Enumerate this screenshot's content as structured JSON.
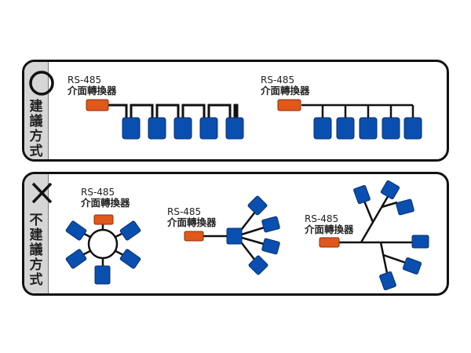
{
  "colors": {
    "converter": "#e0581c",
    "device": "#0a4fb0",
    "device_border": "#06306e",
    "line": "#111111",
    "sidebar": "#d6d6d6"
  },
  "recommended": {
    "symbol": "circle",
    "label": [
      "建",
      "議",
      "方",
      "式"
    ],
    "topologies": [
      {
        "name": "daisy-chain-1",
        "converter_label_line1": "RS-485",
        "converter_label_line2": "介面轉換器",
        "device_count": 5
      },
      {
        "name": "bus-1",
        "converter_label_line1": "RS-485",
        "converter_label_line2": "介面轉換器",
        "device_count": 5
      }
    ]
  },
  "not_recommended": {
    "symbol": "cross",
    "label": [
      "不",
      "建",
      "議",
      "方",
      "式"
    ],
    "topologies": [
      {
        "name": "ring",
        "converter_label_line1": "RS-485",
        "converter_label_line2": "介面轉換器",
        "device_count": 5
      },
      {
        "name": "star",
        "converter_label_line1": "RS-485",
        "converter_label_line2": "介面轉換器",
        "device_count": 5
      },
      {
        "name": "tree",
        "converter_label_line1": "RS-485",
        "converter_label_line2": "介面轉換器",
        "device_count": 6
      }
    ]
  }
}
